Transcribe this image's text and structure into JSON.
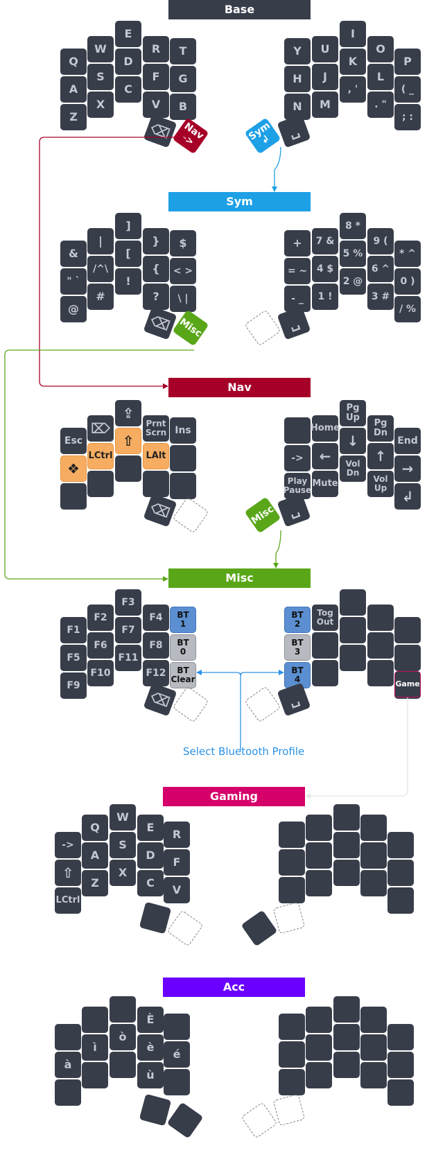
{
  "colors": {
    "key": "#383d4a",
    "key_text": "#c4c8d2",
    "base": "#383d4a",
    "sym": "#1ea0e6",
    "nav": "#a60028",
    "misc": "#5aa619",
    "gaming": "#d6006a",
    "acc": "#6a00ff",
    "mod": "#f6ad62",
    "bt_active": "#5b8fd1",
    "bt_inactive": "#b7bac0"
  },
  "icons": {
    "backspace": "backspace-icon",
    "space": "space-icon",
    "enter": "enter-icon",
    "super": "super-key-icon",
    "shift": "shift-icon"
  },
  "layers": [
    {
      "name": "Base",
      "left": [
        [
          "Q",
          "A",
          "Z"
        ],
        [
          "W",
          "S",
          "X"
        ],
        [
          "E",
          "D",
          "C"
        ],
        [
          "R",
          "F",
          "V"
        ],
        [
          "T",
          "G",
          "B"
        ]
      ],
      "right": [
        [
          "Y",
          "H",
          "N"
        ],
        [
          "U",
          "J",
          "M"
        ],
        [
          "I",
          "K",
          ", '"
        ],
        [
          "O",
          "L",
          ". \""
        ],
        [
          "P",
          "( _",
          "; :"
        ]
      ],
      "thumb_left": [
        "⌫",
        "Nav\n->"
      ],
      "thumb_right": [
        "Sym\n↲",
        "␣"
      ]
    },
    {
      "name": "Sym",
      "left": [
        [
          "&",
          "\" `",
          "@"
        ],
        [
          "|",
          "/^\\",
          "#"
        ],
        [
          "]",
          "[",
          "!"
        ],
        [
          "}",
          "{",
          "?"
        ],
        [
          "$",
          "< >",
          "\\ |"
        ]
      ],
      "right": [
        [
          "+",
          "= ~",
          "- _"
        ],
        [
          "7 &",
          "4 $",
          "1 !"
        ],
        [
          "8 *",
          "5 %",
          "2 @"
        ],
        [
          "9 (",
          "6 ^",
          "3 #"
        ],
        [
          "* ^",
          "0 )",
          "/ %"
        ]
      ],
      "thumb_left": [
        "⌫",
        "Misc"
      ],
      "thumb_right": [
        "",
        "␣"
      ]
    },
    {
      "name": "Nav",
      "left": [
        [
          "Esc",
          "❖",
          ""
        ],
        [
          "⌦",
          "LCtrl",
          ""
        ],
        [
          "⇪",
          "⇧",
          ""
        ],
        [
          "Prnt\nScrn",
          "LAlt",
          ""
        ],
        [
          "Ins",
          "",
          ""
        ]
      ],
      "right": [
        [
          "",
          "->",
          "Play\nPause"
        ],
        [
          "Home",
          "←",
          "Mute"
        ],
        [
          "Pg Up",
          "↓",
          "Vol\nDn"
        ],
        [
          "Pg Dn",
          "↑",
          "Vol\nUp"
        ],
        [
          "End",
          "→",
          "↲"
        ]
      ],
      "thumb_left": [
        "⌫",
        ""
      ],
      "thumb_right": [
        "Misc",
        "␣"
      ]
    },
    {
      "name": "Misc",
      "left": [
        [
          "F1",
          "F5",
          "F9"
        ],
        [
          "F2",
          "F6",
          "F10"
        ],
        [
          "F3",
          "F7",
          "F11"
        ],
        [
          "F4",
          "F8",
          "F12"
        ],
        [
          "BT\n1",
          "BT\n0",
          "BT\nClear"
        ]
      ],
      "right": [
        [
          "BT\n2",
          "BT\n3",
          "BT\n4"
        ],
        [
          "Tog\nOut",
          "",
          ""
        ],
        [
          "",
          "",
          ""
        ],
        [
          "",
          "",
          ""
        ],
        [
          "",
          "",
          ""
        ]
      ],
      "extra_key": "Game",
      "thumb_left": [
        "⌫",
        ""
      ],
      "thumb_right": [
        "",
        "␣"
      ],
      "caption": "Select Bluetooth Profile"
    },
    {
      "name": "Gaming",
      "left": [
        [
          "->",
          "⇧",
          "LCtrl"
        ],
        [
          "Q",
          "A",
          "Z"
        ],
        [
          "W",
          "S",
          "X"
        ],
        [
          "E",
          "D",
          "C"
        ],
        [
          "R",
          "F",
          "V"
        ]
      ],
      "right": [
        [
          "",
          "",
          ""
        ],
        [
          "",
          "",
          ""
        ],
        [
          "",
          "",
          ""
        ],
        [
          "",
          "",
          ""
        ],
        [
          "",
          "",
          ""
        ]
      ],
      "thumb_left": [
        "",
        ""
      ],
      "thumb_right": [
        "",
        ""
      ]
    },
    {
      "name": "Acc",
      "left": [
        [
          "",
          "à",
          ""
        ],
        [
          "",
          "ì",
          ""
        ],
        [
          "",
          "ò",
          ""
        ],
        [
          "È",
          "è",
          "ù"
        ],
        [
          "",
          "é",
          ""
        ]
      ],
      "right": [
        [
          "",
          "",
          ""
        ],
        [
          "",
          "",
          ""
        ],
        [
          "",
          "",
          ""
        ],
        [
          "",
          "",
          ""
        ],
        [
          "",
          "",
          ""
        ]
      ],
      "thumb_left": [
        "",
        ""
      ],
      "thumb_right": [
        "",
        ""
      ]
    }
  ]
}
